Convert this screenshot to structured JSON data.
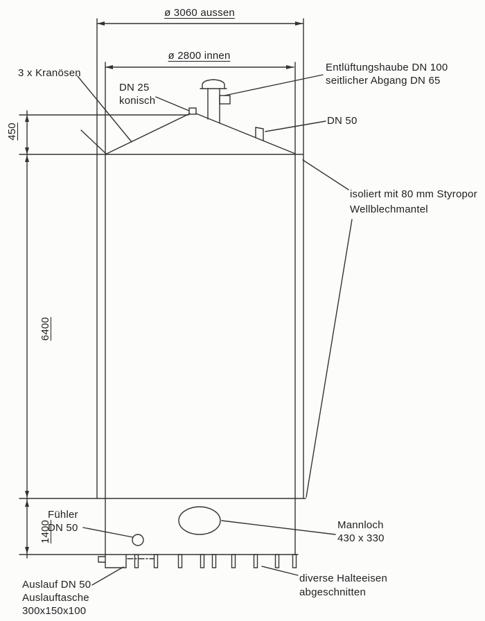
{
  "labels": {
    "outer_dia": "ø  3060 aussen",
    "inner_dia": "ø 2800 innen",
    "kranoesen": "3 x Kranösen",
    "dn25_line1": "DN 25",
    "dn25_line2": "konisch",
    "vent_line1": "Entlüftungshaube DN 100",
    "vent_line2": "seitlicher Abgang DN 65",
    "dn50": "DN 50",
    "insulation_line1": "isoliert mit 80 mm Styropor",
    "insulation_line2": "Wellblechmantel",
    "dim_450": "450",
    "dim_6400": "6400",
    "dim_1400": "1400",
    "fuehler_line1": "Fühler",
    "fuehler_line2": "DN 50",
    "mannloch_line1": "Mannloch",
    "mannloch_line2": "430 x 330",
    "auslauf_line1": "Auslauf DN 50",
    "auslauf_line2": "Auslauftasche",
    "auslauf_line3": "300x150x100",
    "halteeisen_line1": "diverse Halteeisen",
    "halteeisen_line2": "abgeschnitten"
  },
  "colors": {
    "line": "#333333",
    "text": "#1f1f1f",
    "background": "#fcfcfb"
  }
}
